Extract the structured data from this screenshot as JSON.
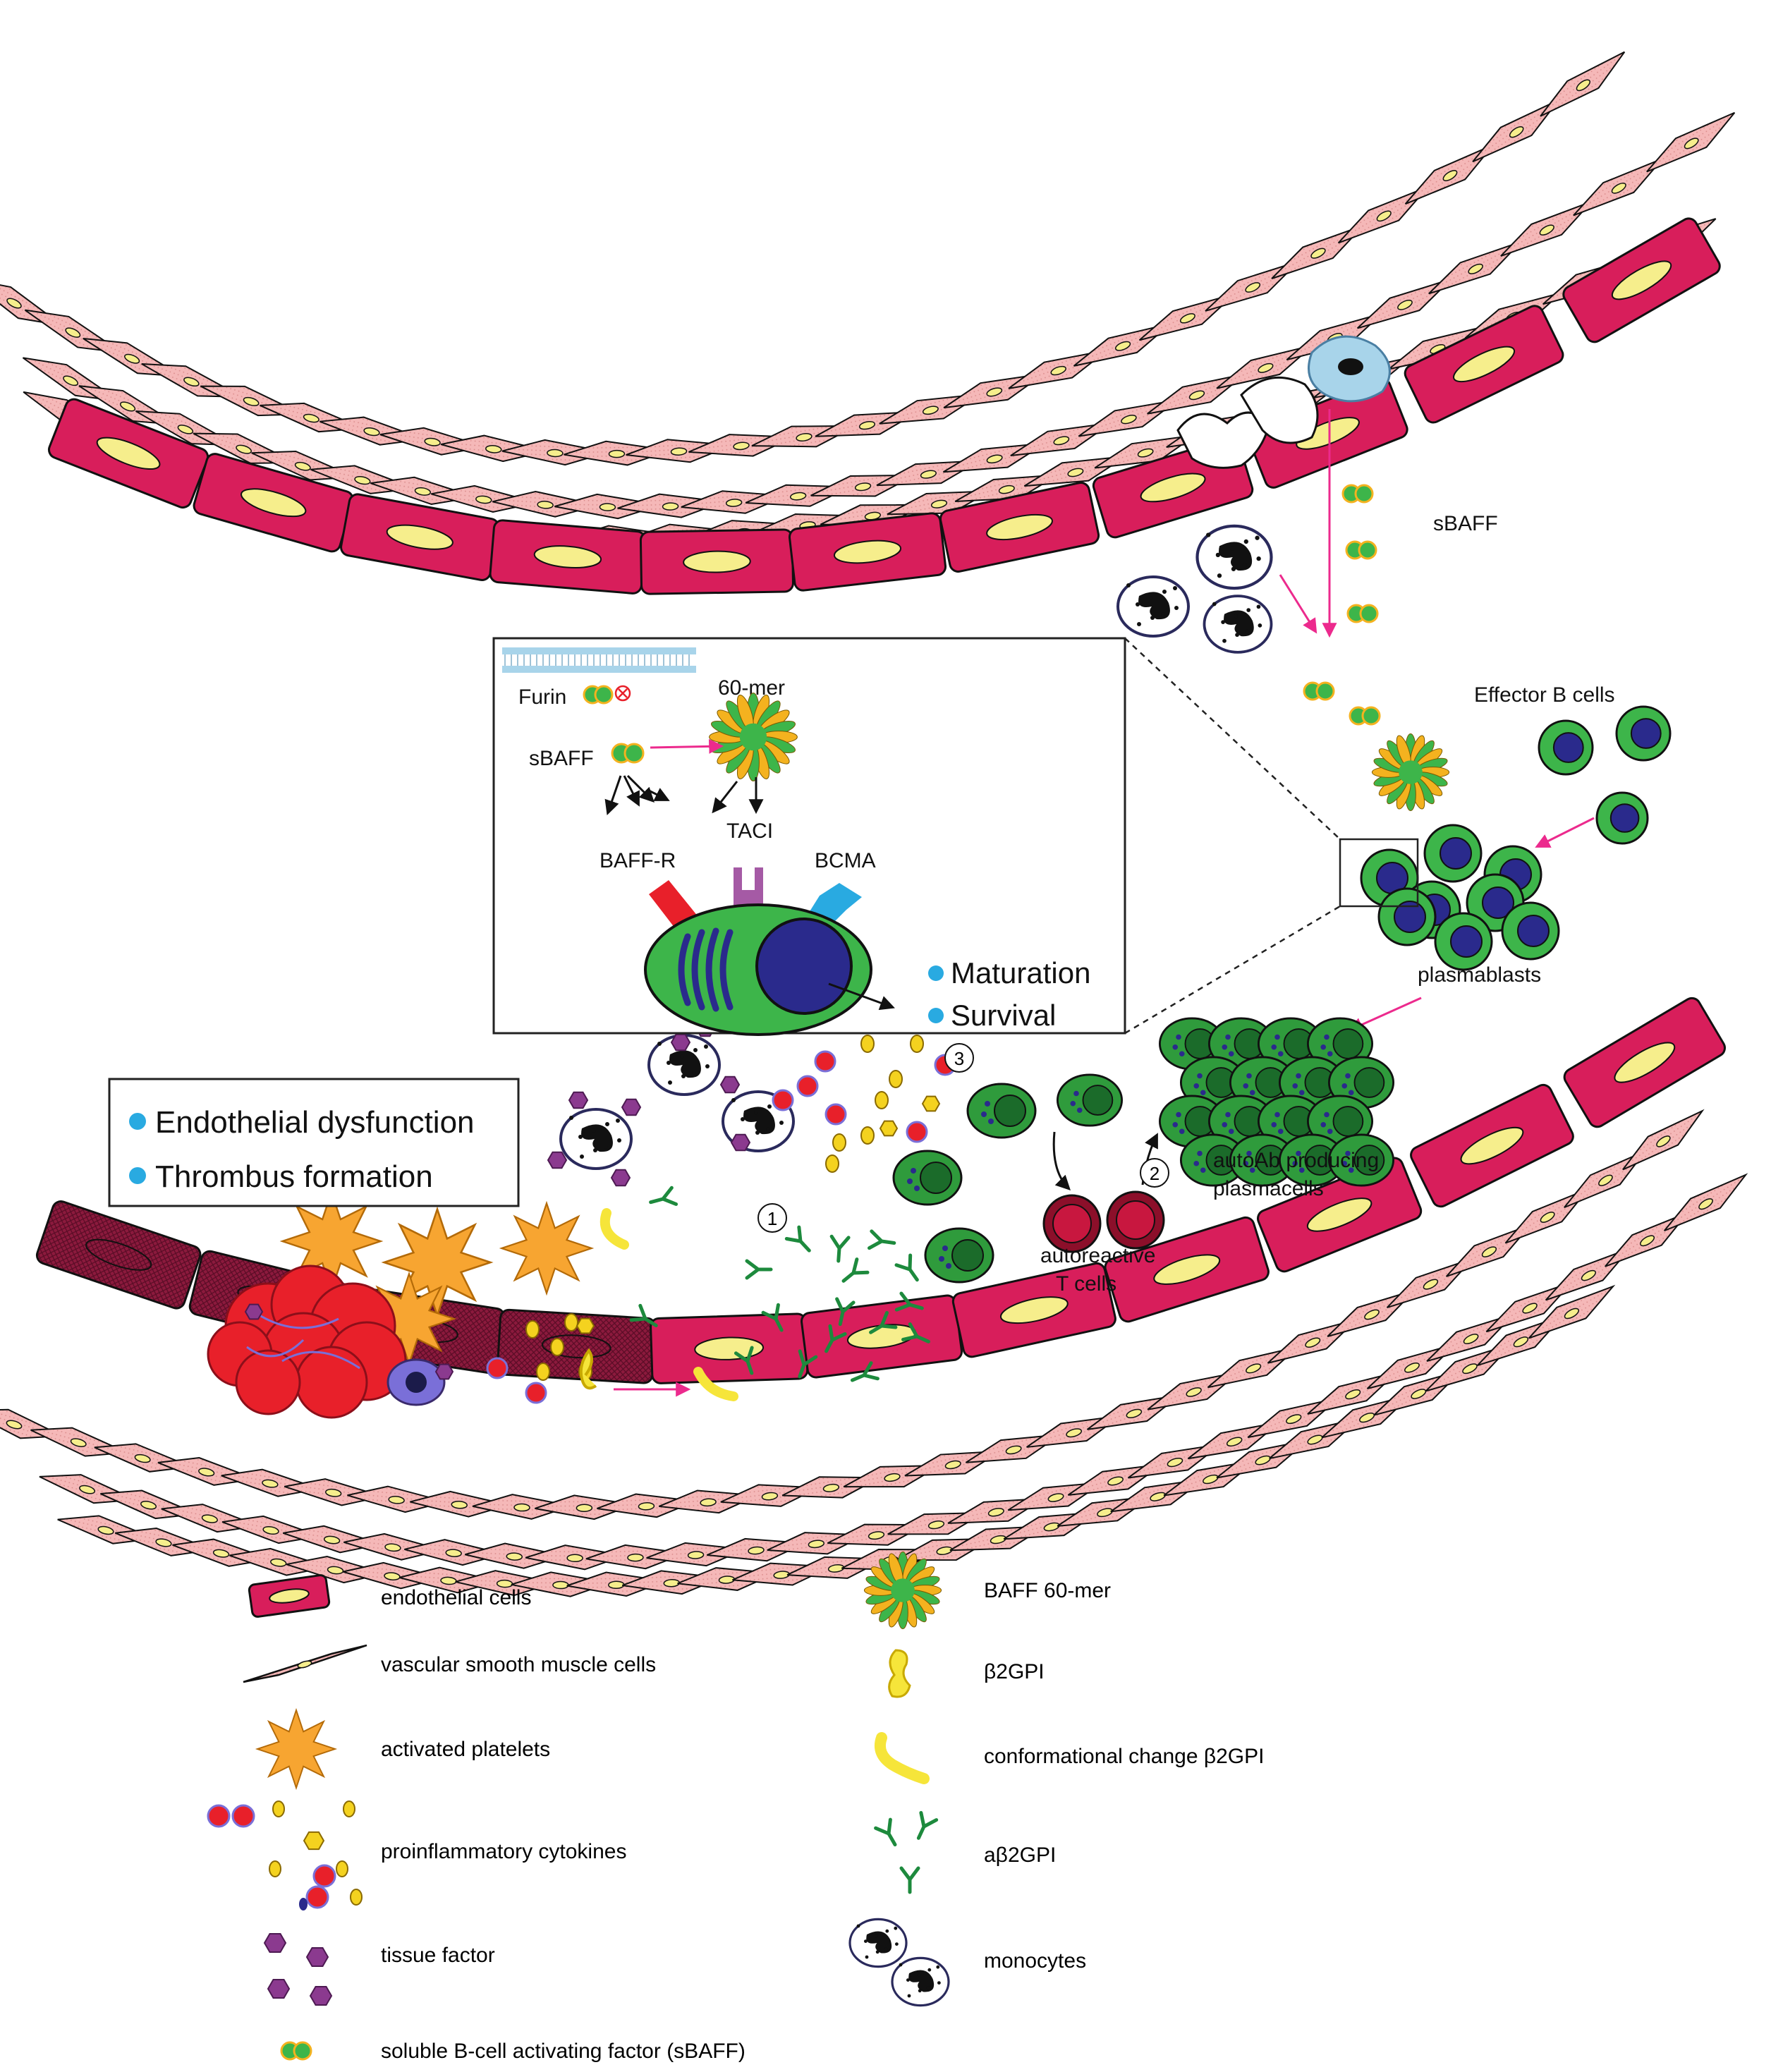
{
  "labels": {
    "sbaff_top": "sBAFF",
    "effector_b_cells": "Effector B cells",
    "plasmablasts": "plasmablasts",
    "autoab_line1": "autoAb producing",
    "autoab_line2": "plasmacells",
    "autoreactive_line1": "autoreactive",
    "autoreactive_line2": "T cells",
    "step1": "1",
    "step2": "2",
    "step3": "3"
  },
  "inset": {
    "furin": "Furin",
    "mer60": "60-mer",
    "sbaff": "sBAFF",
    "baff_r": "BAFF-R",
    "taci": "TACI",
    "bcma": "BCMA",
    "outcomes": [
      "Maturation",
      "Survival"
    ]
  },
  "effects_box": {
    "items": [
      "Endothelial dysfunction",
      "Thrombus formation"
    ]
  },
  "legend": {
    "left": [
      "endothelial cells",
      "vascular smooth muscle cells",
      "activated platelets",
      "proinflammatory cytokines",
      "tissue factor",
      "soluble B-cell activating factor (sBAFF)"
    ],
    "right": [
      "BAFF 60-mer",
      "β2GPI",
      "conformational change β2GPI",
      "aβ2GPI",
      "monocytes"
    ]
  },
  "colors": {
    "endothelial": "#d81e5b",
    "nucleus_yellow": "#f6ee8c",
    "smooth_muscle": "#f5b8b8",
    "platelet": "#f7a531",
    "cytokine_red": "#e8202a",
    "cytokine_yellow": "#f4d21f",
    "tissue_factor": "#8b3a8f",
    "b_cell_green": "#3db54a",
    "b_cell_nucleus": "#2a2a8c",
    "plasma_green": "#2f9b3c",
    "t_cell": "#8c0f2a",
    "arrow_pink": "#ec2a8d",
    "dot_cyan": "#29aae1",
    "antibody_green": "#1d8a3d",
    "taci_purple": "#a55aa5",
    "baffr_red": "#e8202a",
    "bcma_blue": "#29aae1"
  }
}
